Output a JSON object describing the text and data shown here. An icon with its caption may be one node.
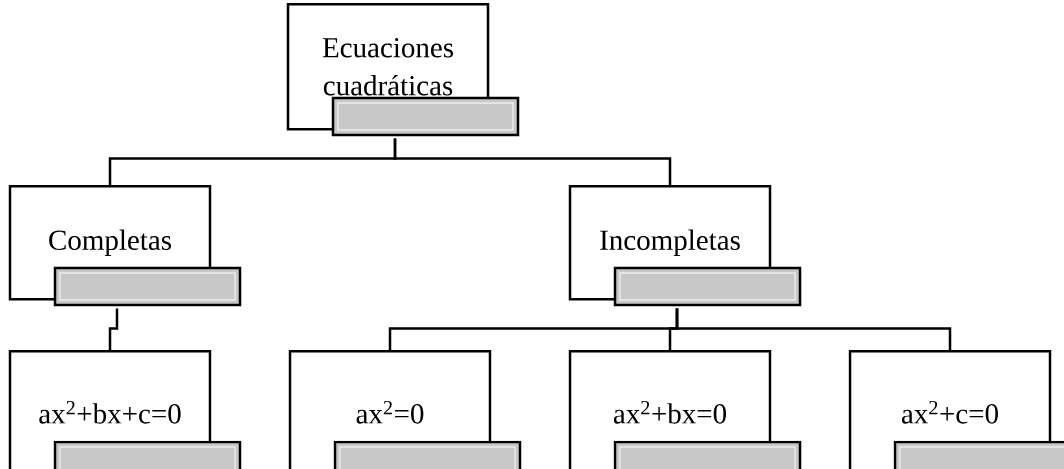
{
  "diagram": {
    "nodes": [
      {
        "text": [
          "Ecuaciones cuadráticas"
        ]
      },
      {
        "text": [
          "Completas"
        ]
      },
      {
        "text": [
          "Incompletas"
        ]
      },
      {
        "text": [
          "ax$^{2}$+bx+c=0"
        ]
      },
      {
        "text": [
          "ax$^{2}$=0"
        ]
      },
      {
        "text": [
          "ax$^{2}$+bx=0"
        ]
      },
      {
        "text": [
          "ax$^{2}$+c=0"
        ]
      }
    ],
    "edges": [
      {
        "from": 0,
        "to": 1,
        "arrow": "none"
      },
      {
        "from": 0,
        "to": 2,
        "arrow": "none"
      },
      {
        "from": 1,
        "to": 3,
        "arrow": "none"
      },
      {
        "from": 2,
        "to": 4,
        "arrow": "none"
      },
      {
        "from": 2,
        "to": 5,
        "arrow": "none"
      },
      {
        "from": 2,
        "to": 6,
        "arrow": "none"
      }
    ]
  }
}
